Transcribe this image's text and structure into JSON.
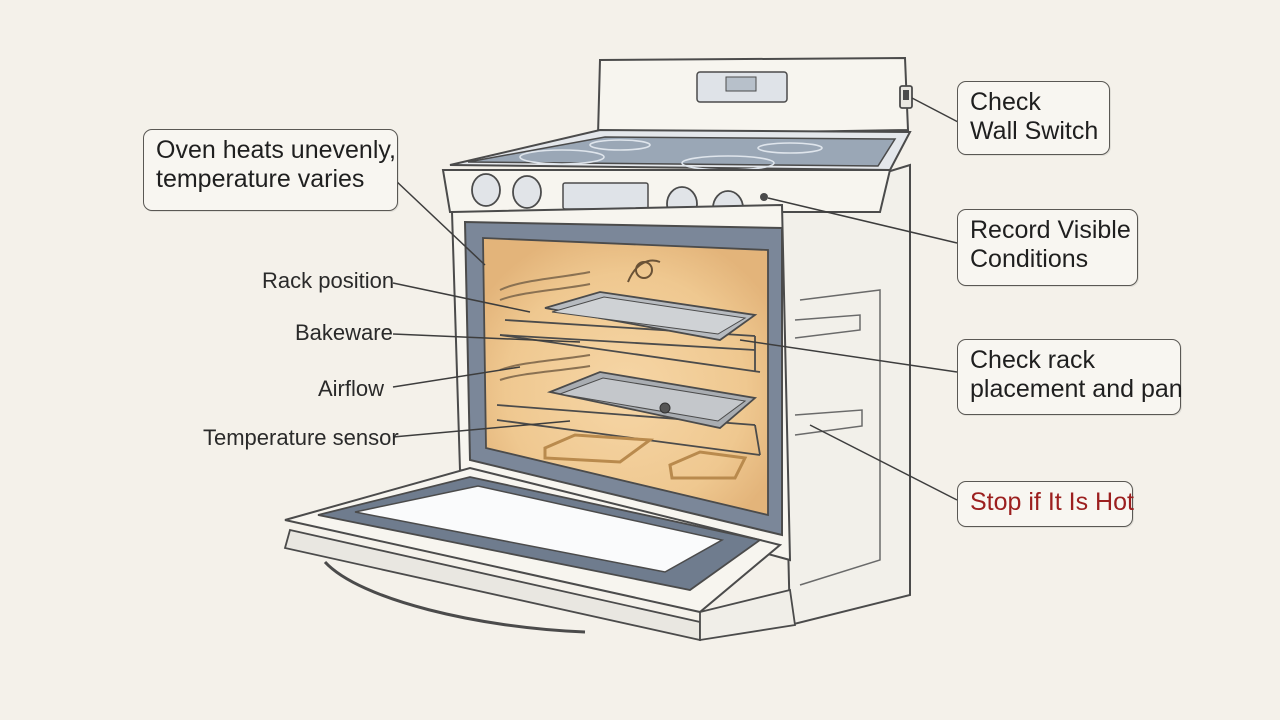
{
  "callouts": {
    "issue": {
      "line1": "Oven heats unevenly,",
      "line2": "temperature varies"
    },
    "wall_switch": {
      "line1": "Check",
      "line2": "Wall Switch"
    },
    "visible_conditions": {
      "line1": "Record Visible",
      "line2": "Conditions"
    },
    "rack_pan": {
      "line1": "Check rack",
      "line2": "placement and pan"
    },
    "hot_warning": {
      "text": "Stop if It Is Hot",
      "color": "#9c1f1f"
    }
  },
  "labels": {
    "rack_position": "Rack position",
    "bakeware": "Bakeware",
    "airflow": "Airflow",
    "temperature_sensor": "Temperature sensor"
  },
  "colors": {
    "background": "#f4f1ea",
    "oven_body": "#f7f5ef",
    "cavity_glow": "#f1c98f",
    "door_frame": "#6f7c8e",
    "outline": "#4b4b4b"
  }
}
